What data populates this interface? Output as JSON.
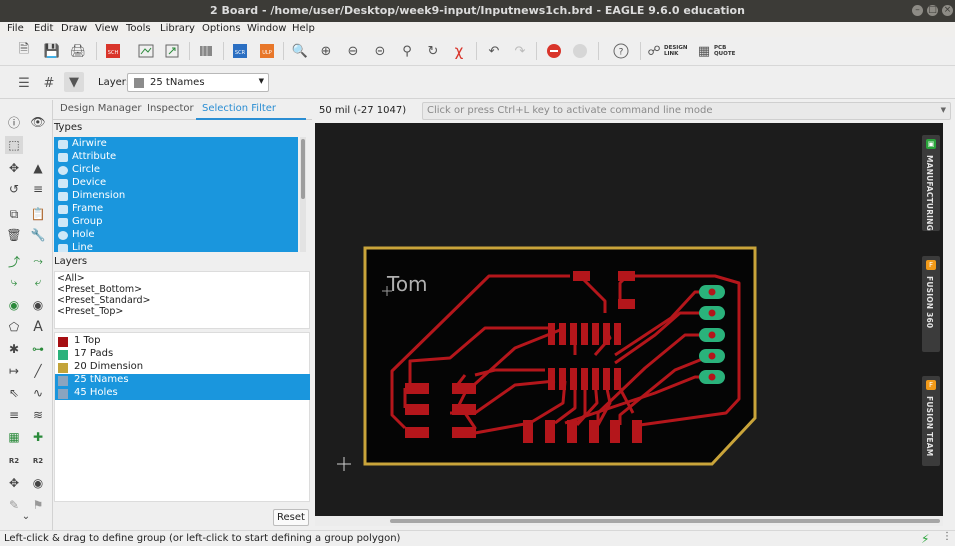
{
  "window": {
    "title": "2 Board - /home/user/Desktop/week9-input/Inputnews1ch.brd - EAGLE 9.6.0 education"
  },
  "menu": [
    "File",
    "Edit",
    "Draw",
    "View",
    "Tools",
    "Library",
    "Options",
    "Window",
    "Help"
  ],
  "toolbar": {
    "design_link": [
      "DESIGN",
      "LINK"
    ],
    "pcb_quote": [
      "PCB",
      "QUOTE"
    ],
    "icons": [
      "new-icon",
      "save-icon",
      "print-icon",
      "sch-icon",
      "cam-icon",
      "export-icon",
      "library-icon",
      "scr-icon",
      "ulp-icon",
      "zoom-fit-icon",
      "zoom-in-icon",
      "zoom-out-icon",
      "zoom-select-icon",
      "zoom-area-icon",
      "redraw-icon",
      "ratsnest-icon",
      "undo-icon",
      "redo-icon",
      "stop-icon",
      "go-icon",
      "help-icon"
    ]
  },
  "layer_bar": {
    "label": "Layer:",
    "selected": "25 tNames",
    "swatch_color": "#8c8c8c"
  },
  "panel": {
    "tabs": [
      "Design Manager",
      "Inspector",
      "Selection Filter"
    ],
    "active_tab": "Selection Filter",
    "types_label": "Types",
    "types": [
      "Airwire",
      "Attribute",
      "Circle",
      "Device",
      "Dimension",
      "Frame",
      "Group",
      "Hole",
      "Line"
    ],
    "layers_label": "Layers",
    "presets": [
      "<All>",
      "<Preset_Bottom>",
      "<Preset_Standard>",
      "<Preset_Top>"
    ],
    "layers": [
      {
        "label": "1 Top",
        "color": "#a60e12",
        "selected": false
      },
      {
        "label": "17 Pads",
        "color": "#2ab27b",
        "selected": false
      },
      {
        "label": "20 Dimension",
        "color": "#c3a43a",
        "selected": false
      },
      {
        "label": "25 tNames",
        "color": "#8aa4bf",
        "selected": true
      },
      {
        "label": "45 Holes",
        "color": "#8aa4bf",
        "selected": true
      }
    ],
    "reset_label": "Reset"
  },
  "command": {
    "coord": "50 mil (-27 1047)",
    "placeholder": "Click or press Ctrl+L key to activate command line mode"
  },
  "canvas": {
    "board_name_text": "Tom",
    "colors": {
      "trace": "#b4161b",
      "outline": "#c9a43a",
      "pad": "#2ab27b",
      "background": "#1c1c1c"
    }
  },
  "side_tabs": [
    {
      "label": "MANUFACTURING",
      "badge_color": "#2aa53b"
    },
    {
      "label": "FUSION 360",
      "badge_color": "#f29a19"
    },
    {
      "label": "FUSION TEAM",
      "badge_color": "#f29a19"
    }
  ],
  "status": {
    "message": "Left-click & drag to define group (or left-click to start defining a group polygon)"
  }
}
